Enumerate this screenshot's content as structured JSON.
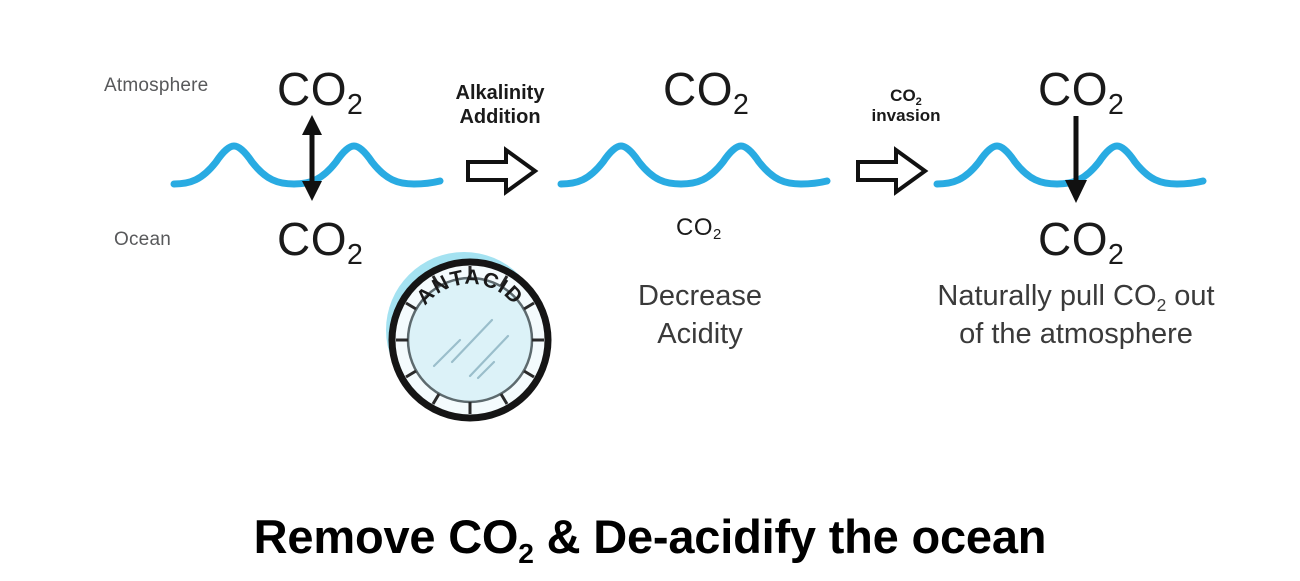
{
  "figure": {
    "background_color": "#ffffff",
    "wave_color": "#29ABE2",
    "arrow_color": "#111111",
    "tablet_halo_color": "#9FE0F0",
    "tablet_face_color": "#DCF2F8",
    "side_label_color": "#58595b"
  },
  "axis_labels": {
    "atmosphere": "Atmosphere",
    "ocean": "Ocean"
  },
  "panels": [
    {
      "id": "panel-equilibrium",
      "above_water_label": "CO",
      "above_water_sub": "2",
      "above_water_size": "large",
      "below_water_label": "CO",
      "below_water_sub": "2",
      "below_water_size": "large",
      "arrow_direction": "double-vertical",
      "caption_lines": []
    },
    {
      "id": "panel-decrease-acidity",
      "above_water_label": "CO",
      "above_water_sub": "2",
      "above_water_size": "large",
      "below_water_label": "CO",
      "below_water_sub": "2",
      "below_water_size": "small",
      "arrow_direction": "none",
      "caption_lines": [
        "Decrease",
        "Acidity"
      ]
    },
    {
      "id": "panel-co2-drawdown",
      "above_water_label": "CO",
      "above_water_sub": "2",
      "above_water_size": "large",
      "below_water_label": "CO",
      "below_water_sub": "2",
      "below_water_size": "large",
      "arrow_direction": "down",
      "caption_lines": [
        "Naturally pull CO2 out",
        "of the atmosphere"
      ]
    }
  ],
  "steps": [
    {
      "id": "step-alkalinity-addition",
      "line1": "Alkalinity",
      "line2": "Addition",
      "size": "big",
      "has_subscript": false,
      "arrow": "block-arrow-right"
    },
    {
      "id": "step-co2-invasion",
      "line1": "CO",
      "line1_sub": "2",
      "line2": "invasion",
      "size": "small",
      "has_subscript": true,
      "arrow": "block-arrow-right"
    }
  ],
  "tablet": {
    "label": "ANTACID",
    "tick_count": 12
  },
  "descriptions": {
    "decrease_acidity_line1": "Decrease",
    "decrease_acidity_line2": "Acidity",
    "drawdown_line1_pre": "Naturally pull CO",
    "drawdown_line1_sub": "2",
    "drawdown_line1_post": " out",
    "drawdown_line2": "of the atmosphere"
  },
  "headline": {
    "pre": "Remove CO",
    "sub": "2",
    "post": " & De-acidify the ocean"
  }
}
